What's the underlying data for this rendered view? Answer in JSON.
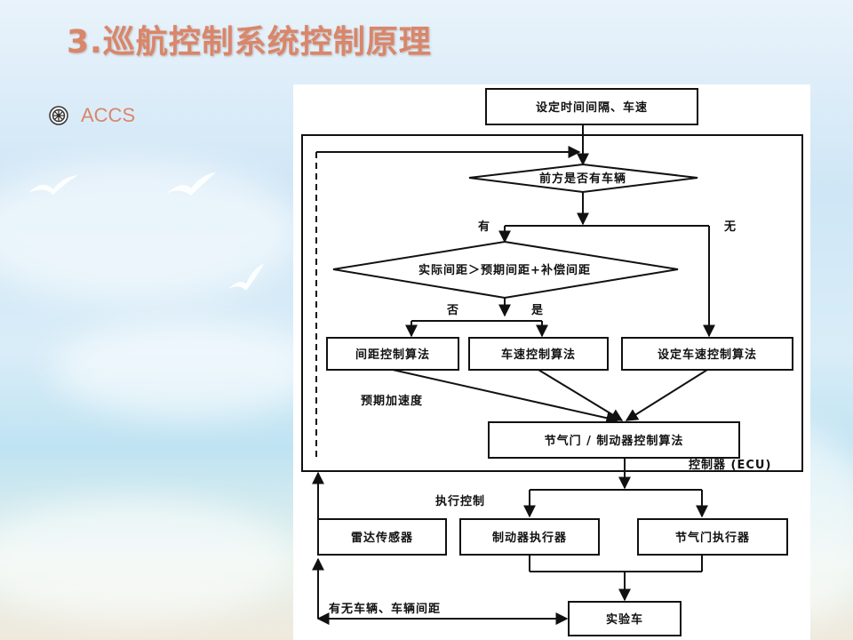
{
  "slide": {
    "title": "3.巡航控制系统控制原理",
    "bullet": "ACCS"
  },
  "icons": {
    "bullet": "gear-bullet-icon",
    "birds": "seagull-icon"
  },
  "colors": {
    "title": "#d9866a",
    "bullet": "#d9866a"
  },
  "diagram": {
    "set_interval_speed": "设定时间间隔、车速",
    "vehicle_ahead": "前方是否有车辆",
    "yes_have": "有",
    "no_have": "无",
    "distance_compare": "实际间距＞预期间距+补偿间距",
    "no": "否",
    "yes": "是",
    "distance_control": "间距控制算法",
    "speed_control": "车速控制算法",
    "set_speed_control": "设定车速控制算法",
    "expected_accel": "预期加速度",
    "throttle_brake_control": "节气门 / 制动器控制算法",
    "controller_label": "控制器 (ECU)",
    "exec_control": "执行控制",
    "radar_sensor": "雷达传感器",
    "brake_actuator": "制动器执行器",
    "throttle_actuator": "节气门执行器",
    "vehicle_distance": "有无车辆、车辆间距",
    "test_vehicle": "实验车"
  }
}
